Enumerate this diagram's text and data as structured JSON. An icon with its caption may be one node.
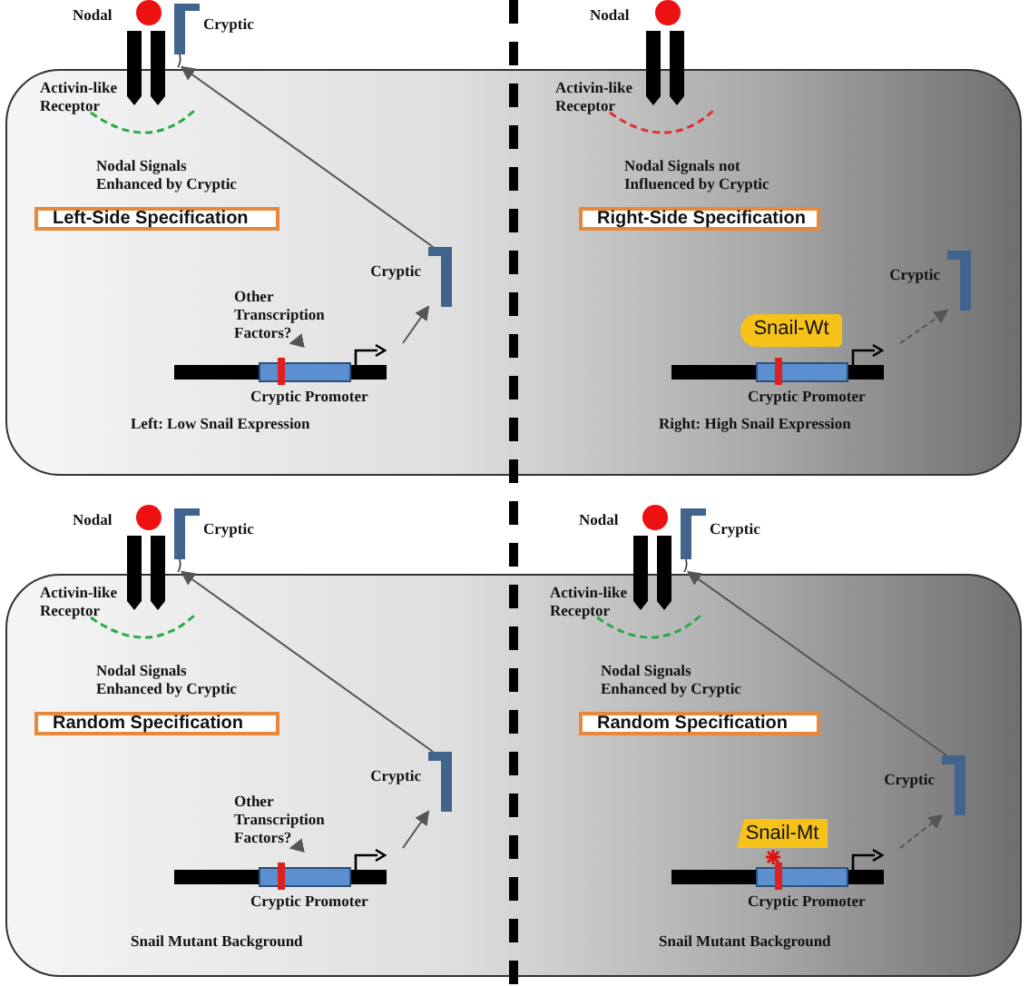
{
  "diagram": {
    "nodes": [
      {
        "text": [],
        "shape": "box"
      },
      {
        "text": [],
        "shape": "bar",
        "beside": [
          "Cryptic"
        ]
      },
      {
        "text": [
          "Left-Side Specification"
        ],
        "in": 0
      },
      {
        "text": [],
        "shape": "bar",
        "beside": [
          "Cryptic"
        ],
        "in": 0
      },
      {
        "text": [
          "Other Transcription Factors?"
        ],
        "in": 0
      },
      {
        "text": [],
        "shape": "bar",
        "beside": [
          "Cryptic Promoter"
        ],
        "in": 0
      },
      {
        "text": [
          "Right-Side Specification"
        ],
        "in": 0
      },
      {
        "text": [],
        "shape": "bar",
        "beside": [
          "Cryptic"
        ],
        "in": 0
      },
      {
        "text": [
          "Snail-Wt"
        ],
        "in": 0
      },
      {
        "text": [],
        "shape": "bar",
        "beside": [
          "Cryptic Promoter"
        ],
        "in": 0
      },
      {
        "text": [],
        "shape": "box"
      },
      {
        "text": [],
        "shape": "bar",
        "beside": [
          "Cryptic"
        ]
      },
      {
        "text": [
          "Random Specification"
        ],
        "in": 10
      },
      {
        "text": [],
        "shape": "bar",
        "beside": [
          "Cryptic"
        ],
        "in": 10
      },
      {
        "text": [
          "Other Transcription Factors?"
        ],
        "in": 10
      },
      {
        "text": [],
        "shape": "bar",
        "beside": [
          "Cryptic Promoter"
        ],
        "in": 10
      },
      {
        "text": [],
        "shape": "bar",
        "beside": [
          "Cryptic"
        ]
      },
      {
        "text": [
          "Random Specification"
        ],
        "in": 10
      },
      {
        "text": [],
        "shape": "bar",
        "beside": [
          "Cryptic"
        ],
        "in": 10
      },
      {
        "text": [
          "Snail-Mt"
        ],
        "in": 10
      },
      {
        "text": [],
        "shape": "bar",
        "beside": [
          "Cryptic Promoter"
        ],
        "in": 10
      }
    ],
    "edges": [
      {
        "from": 5,
        "to": 3,
        "arrow": "to"
      },
      {
        "from": 3,
        "to": 1,
        "arrow": "to"
      },
      {
        "from": 4,
        "to": 5,
        "arrow": "to"
      },
      {
        "from": 9,
        "to": 7,
        "arrow": "to",
        "style": "dashed"
      },
      {
        "from": 15,
        "to": 13,
        "arrow": "to"
      },
      {
        "from": 13,
        "to": 11,
        "arrow": "to"
      },
      {
        "from": 14,
        "to": 15,
        "arrow": "to"
      },
      {
        "from": 20,
        "to": 18,
        "arrow": "to",
        "style": "dashed"
      },
      {
        "from": 18,
        "to": 16,
        "arrow": "to"
      }
    ],
    "labels": [
      "Nodal",
      "Activin-like Receptor",
      "Nodal Signals Enhanced by Cryptic",
      "Left: Low Snail Expression",
      "Nodal",
      "Activin-like Receptor",
      "Nodal Signals not Influenced by Cryptic",
      "Right: High Snail Expression",
      "Nodal",
      "Activin-like Receptor",
      "Nodal Signals Enhanced by Cryptic",
      "Snail Mutant Background",
      "Nodal",
      "Activin-like Receptor",
      "Nodal Signals Enhanced by Cryptic",
      "Snail Mutant Background"
    ]
  }
}
